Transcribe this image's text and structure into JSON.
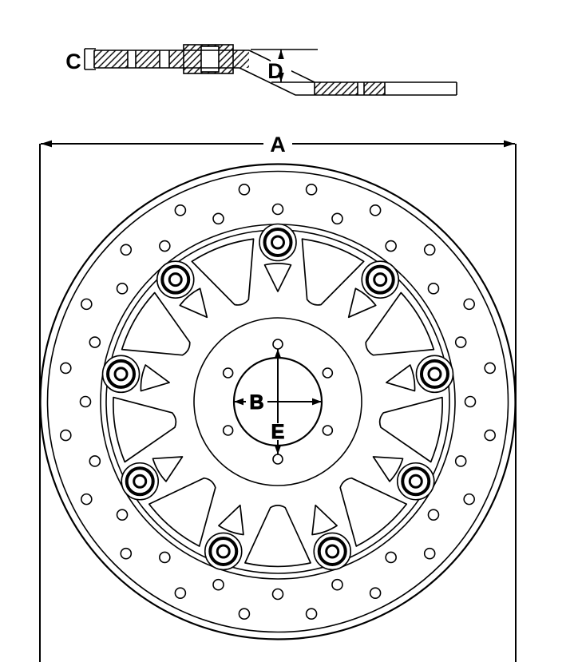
{
  "drawing": {
    "dimensions": {
      "a": {
        "label": "A"
      },
      "b": {
        "label": "B"
      },
      "c": {
        "label": "C"
      },
      "d": {
        "label": "D"
      },
      "e": {
        "label": "E"
      }
    },
    "specs": {
      "bobbin_count": 9,
      "bolt_hole_count": 6,
      "band_hole_rows": 2,
      "band_holes_per_row": 20,
      "spider_window_count": 9,
      "spider_triangle_count": 9
    },
    "colors": {
      "line": "#000000",
      "background": "#ffffff"
    }
  }
}
